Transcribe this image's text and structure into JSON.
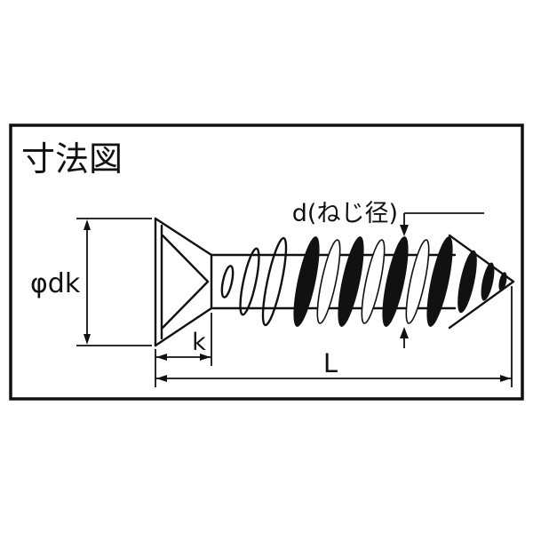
{
  "diagram": {
    "title": "寸法図",
    "labels": {
      "thread_diameter": "d(ねじ径)",
      "head_diameter": "φdk",
      "head_height": "k",
      "length": "L"
    },
    "colors": {
      "line": "#111111",
      "background": "#ffffff"
    }
  }
}
